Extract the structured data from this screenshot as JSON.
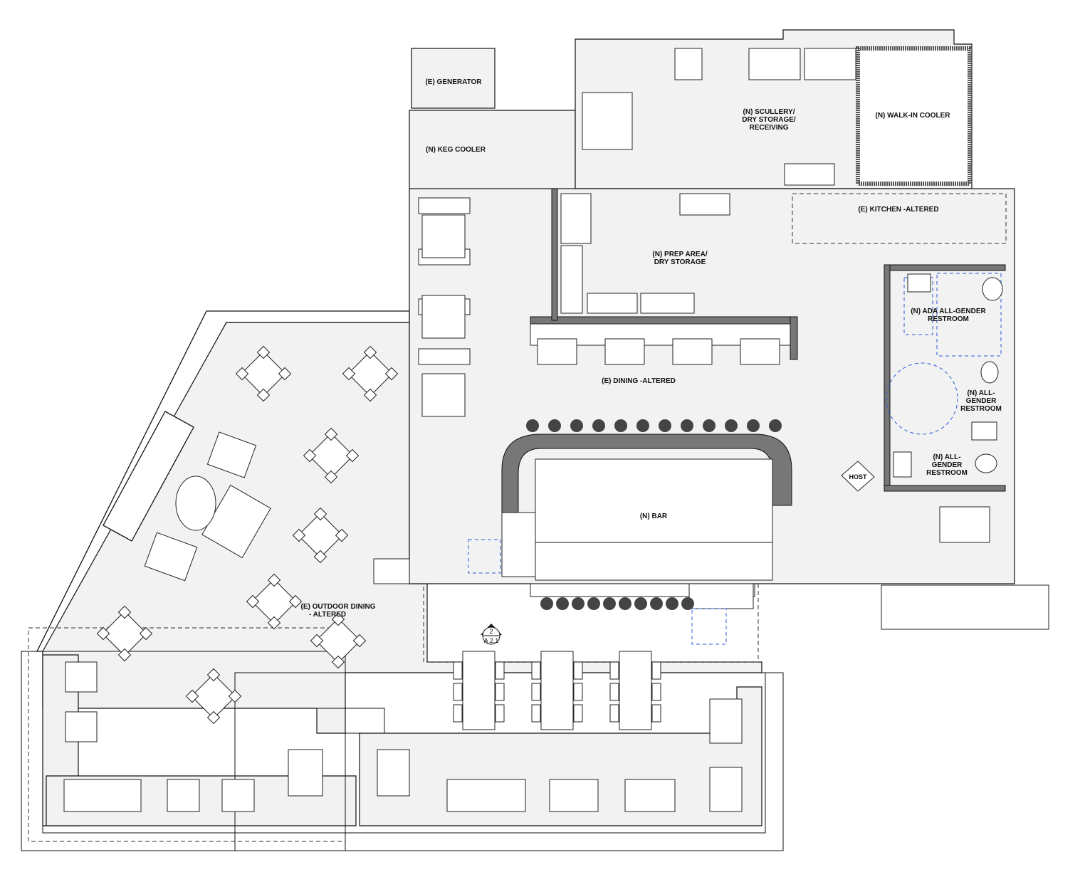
{
  "plan": {
    "rooms": {
      "generator": "(E) GENERATOR",
      "keg_cooler": "(N) KEG COOLER",
      "scullery_1": "(N) SCULLERY/",
      "scullery_2": "DRY STORAGE/",
      "scullery_3": "RECEIVING",
      "walk_in": "(N) WALK-IN COOLER",
      "kitchen": "(E) KITCHEN -ALTERED",
      "prep_1": "(N) PREP AREA/",
      "prep_2": "DRY STORAGE",
      "ada_1": "(N) ADA ALL-GENDER",
      "ada_2": "RESTROOM",
      "rr2_1": "(N) ALL-",
      "rr2_2": "GENDER",
      "rr2_3": "RESTROOM",
      "rr3_1": "(N) ALL-",
      "rr3_2": "GENDER",
      "rr3_3": "RESTROOM",
      "dining": "(E) DINING -ALTERED",
      "host": "HOST",
      "bar": "(N) BAR",
      "outdoor_1": "(E) OUTDOOR DINING",
      "outdoor_2": "- ALTERED"
    },
    "section_marker": {
      "number": "2",
      "sheet": "A 2.1"
    },
    "colors": {
      "wall": "#111111",
      "fill": "#f2f2f2",
      "thick_wall": "#777777",
      "accessibility": "#2a5bd7"
    }
  }
}
